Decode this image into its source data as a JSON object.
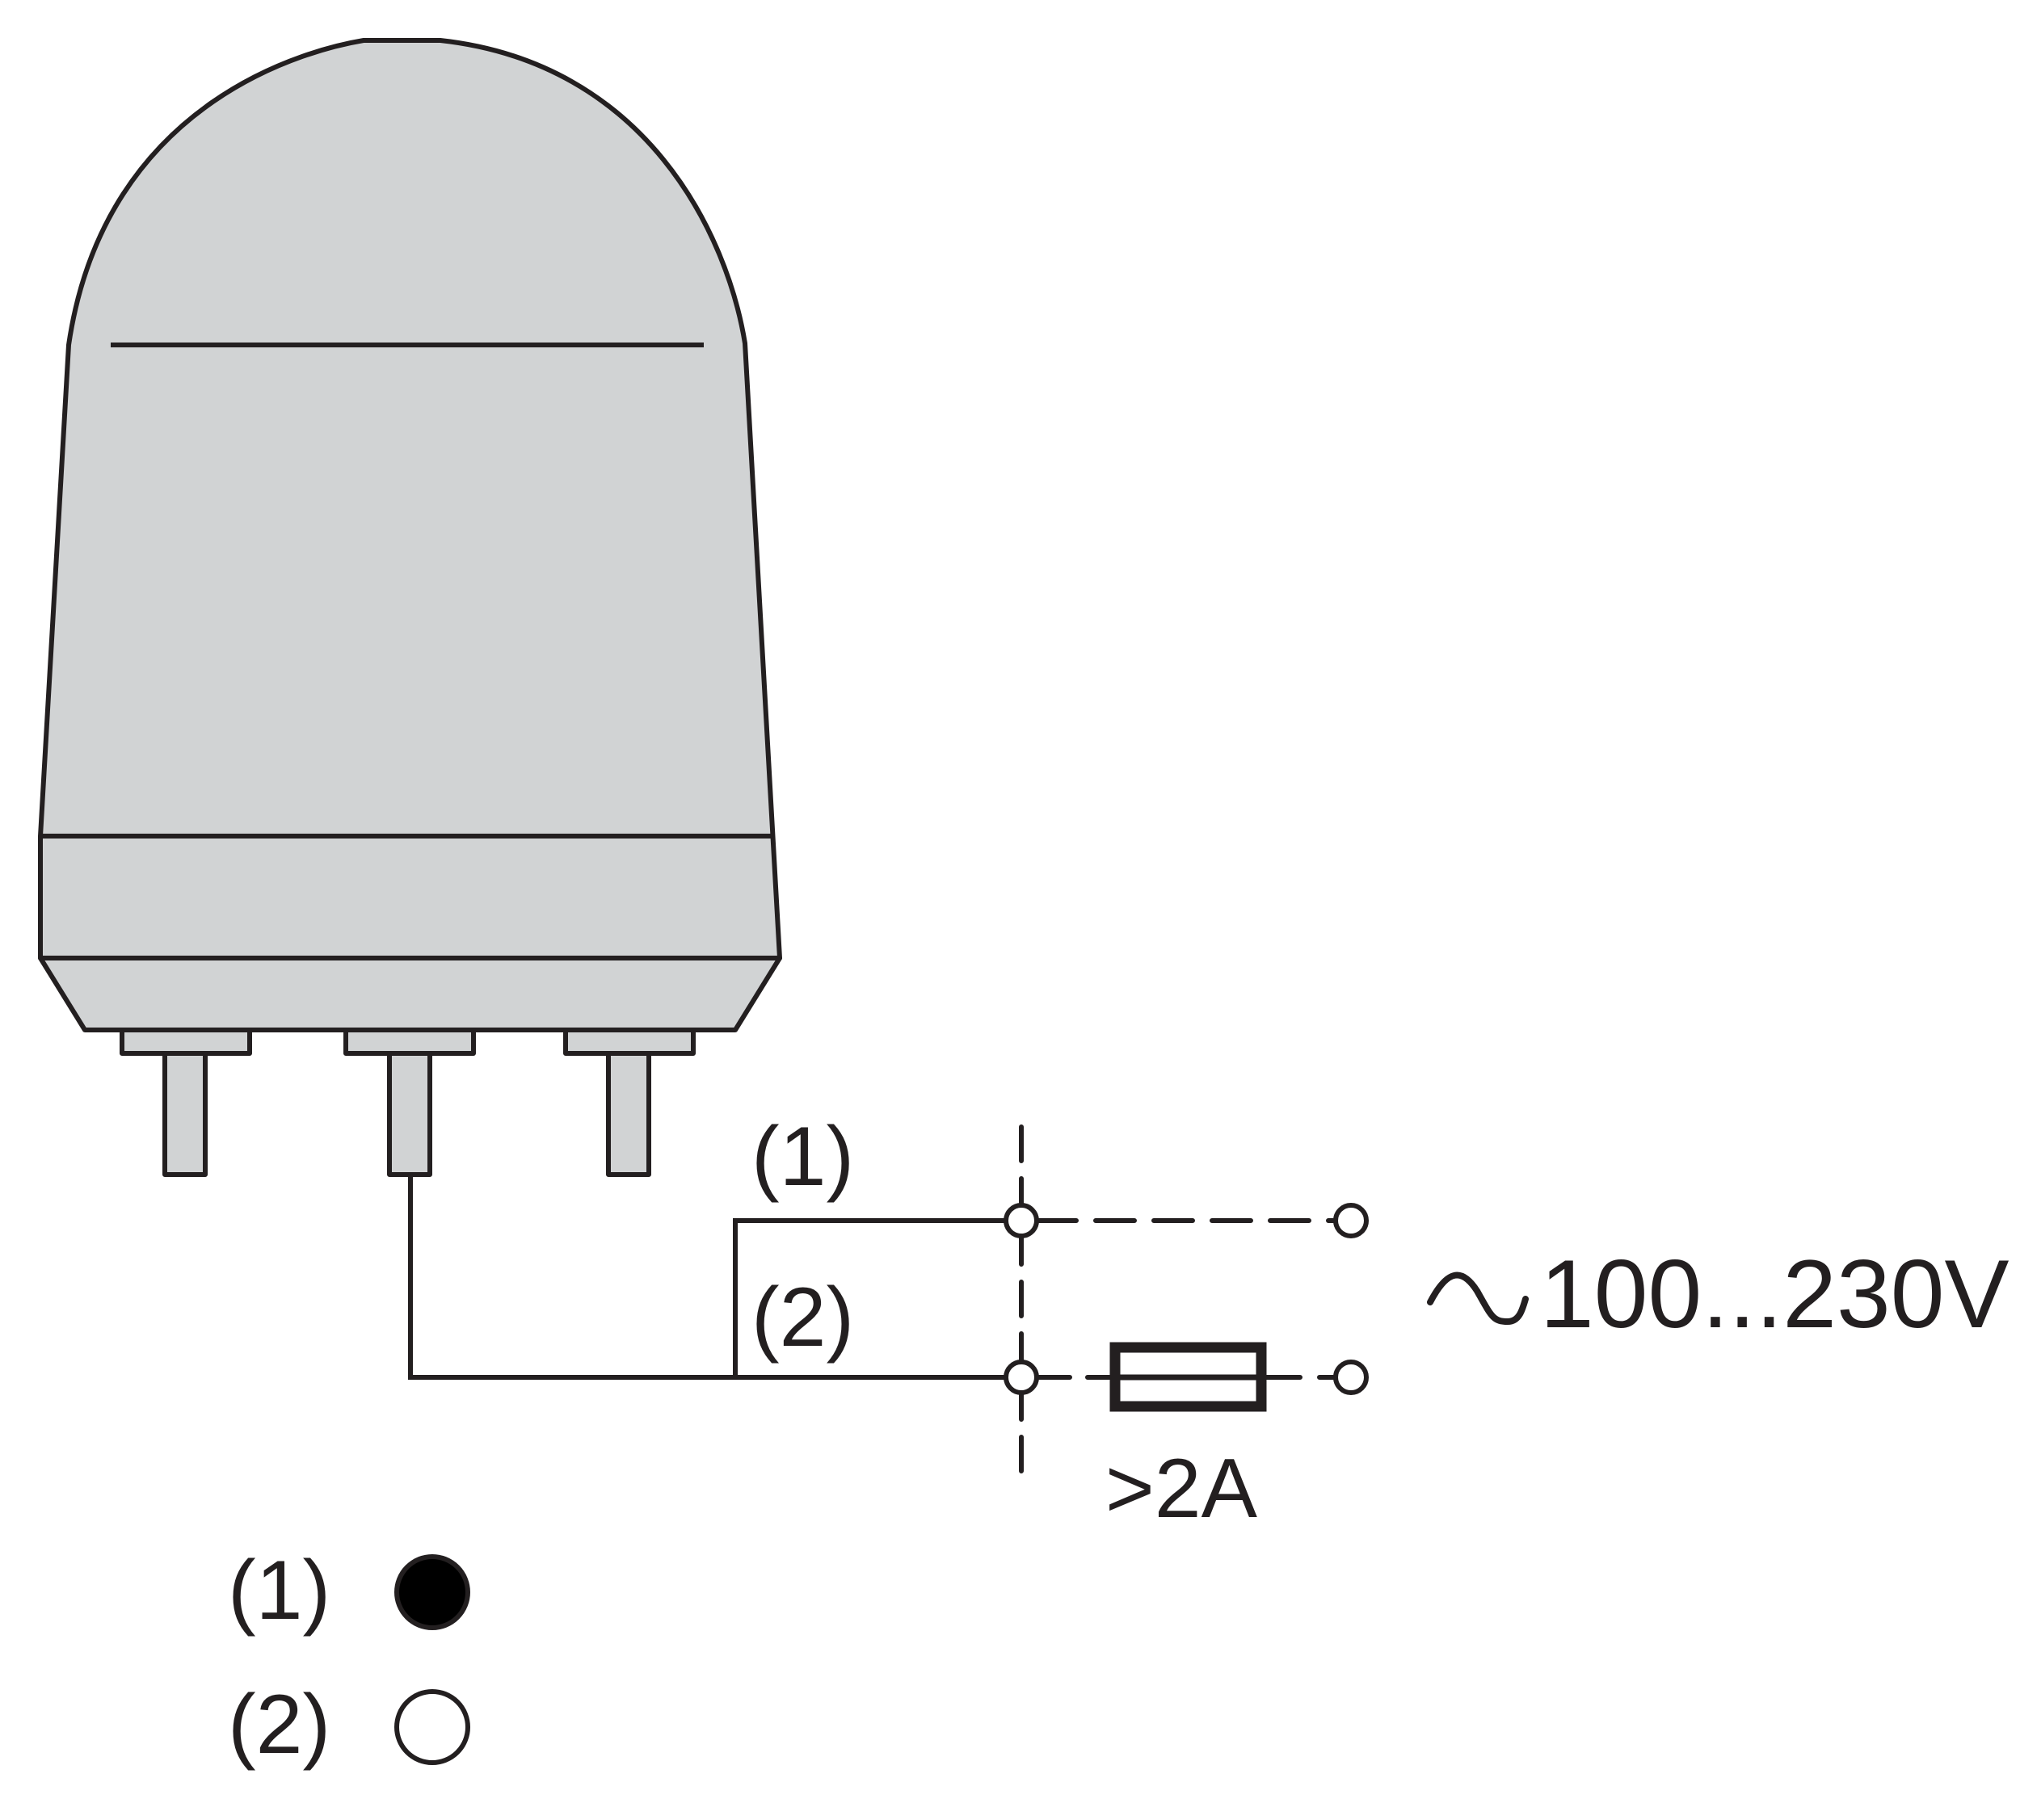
{
  "wire_labels": {
    "upper": "(1)",
    "lower": "(2)"
  },
  "fuse_label": ">2A",
  "supply": {
    "symbol": "~",
    "voltage": "100...230V"
  },
  "legend": [
    {
      "label": "(1)",
      "marker": "filled-circle"
    },
    {
      "label": "(2)",
      "marker": "open-circle"
    }
  ],
  "colors": {
    "housing_fill": "#d1d3d4",
    "line": "#231f20",
    "background": "#ffffff"
  }
}
